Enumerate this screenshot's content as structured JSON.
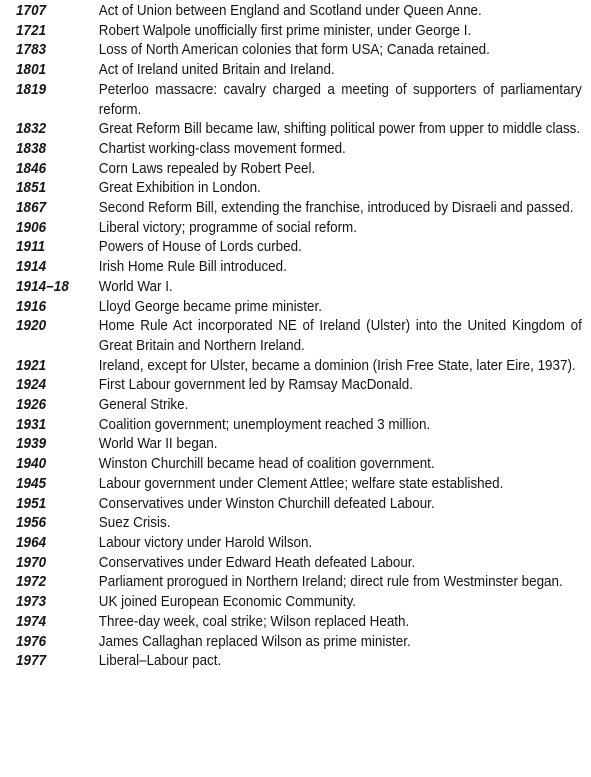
{
  "timeline": {
    "entries": [
      {
        "year": "1707",
        "event": "Act of Union between England and Scotland under Queen Anne."
      },
      {
        "year": "1721",
        "event": "Robert Walpole unofficially first prime minister, under George I."
      },
      {
        "year": "1783",
        "event": "Loss of North American colonies that form USA; Canada retained."
      },
      {
        "year": "1801",
        "event": "Act of Ireland united Britain and Ireland."
      },
      {
        "year": "1819",
        "event": "Peterloo massacre: cavalry charged a meeting of supporters of parliamentary reform."
      },
      {
        "year": "1832",
        "event": "Great Reform Bill became law, shifting political power from upper to middle class."
      },
      {
        "year": "1838",
        "event": "Chartist working-class movement formed."
      },
      {
        "year": "1846",
        "event": "Corn Laws repealed by Robert Peel."
      },
      {
        "year": "1851",
        "event": "Great Exhibition in London."
      },
      {
        "year": "1867",
        "event": "Second Reform Bill, extending the franchise, introduced by Disraeli and passed."
      },
      {
        "year": "1906",
        "event": "Liberal victory; programme of social reform."
      },
      {
        "year": "1911",
        "event": "Powers of House of Lords curbed."
      },
      {
        "year": "1914",
        "event": "Irish Home Rule Bill introduced."
      },
      {
        "year": "1914–18",
        "event": "World War I."
      },
      {
        "year": "1916",
        "event": "Lloyd George became prime minister."
      },
      {
        "year": "1920",
        "event": "Home Rule Act incorporated NE of Ireland (Ulster) into the United Kingdom of Great Britain and Northern Ireland."
      },
      {
        "year": "1921",
        "event": "Ireland, except for Ulster, became a dominion (Irish Free State, later Eire, 1937)."
      },
      {
        "year": "1924",
        "event": "First Labour government led by Ramsay MacDonald."
      },
      {
        "year": "1926",
        "event": "General Strike."
      },
      {
        "year": "1931",
        "event": "Coalition government; unemployment reached 3 million."
      },
      {
        "year": "1939",
        "event": "World War II began."
      },
      {
        "year": "1940",
        "event": "Winston Churchill became head of coalition government."
      },
      {
        "year": "1945",
        "event": "Labour government under Clement Attlee; welfare state established."
      },
      {
        "year": "1951",
        "event": "Conservatives under Winston Churchill defeated Labour."
      },
      {
        "year": "1956",
        "event": "Suez Crisis."
      },
      {
        "year": "1964",
        "event": "Labour victory under Harold Wilson."
      },
      {
        "year": "1970",
        "event": "Conservatives under Edward Heath defeated Labour."
      },
      {
        "year": "1972",
        "event": "Parliament prorogued in Northern Ireland; direct rule from Westminster began."
      },
      {
        "year": "1973",
        "event": "UK joined European Economic Community."
      },
      {
        "year": "1974",
        "event": "Three-day week, coal strike; Wilson replaced Heath."
      },
      {
        "year": "1976",
        "event": "James Callaghan replaced Wilson as prime minister."
      },
      {
        "year": "1977",
        "event": "Liberal–Labour pact."
      }
    ]
  }
}
